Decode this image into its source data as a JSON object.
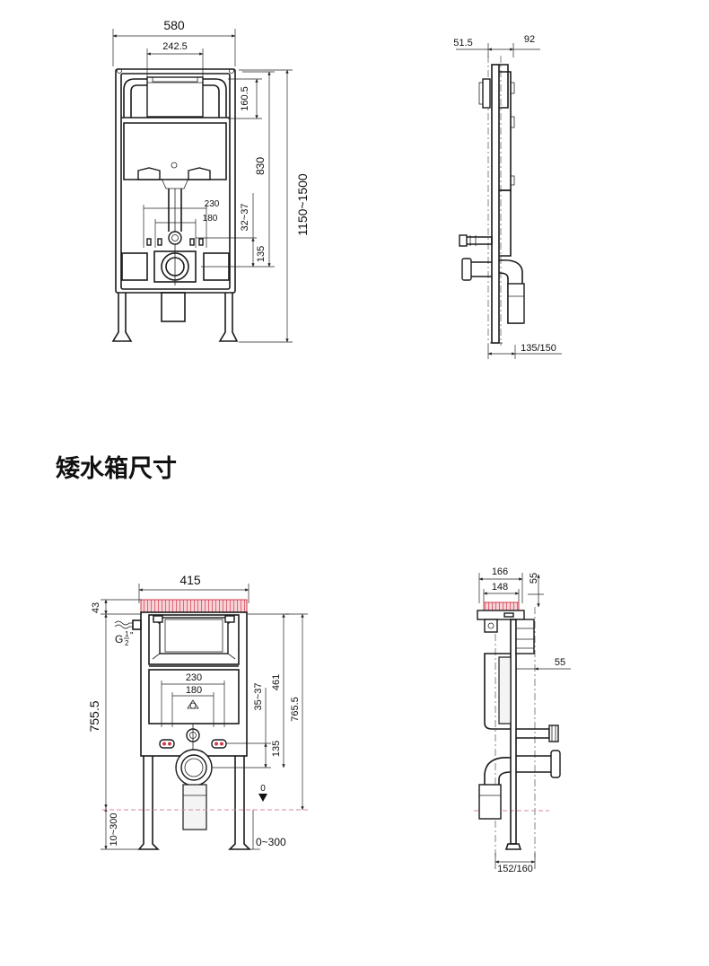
{
  "section_title": "矮水箱尺寸",
  "tall_front": {
    "width_total": "580",
    "width_panel": "242.5",
    "dim_top_panel": "160.5",
    "dim_outlet_height": "830",
    "dim_total_height": "1150~1500",
    "dim_rod_gap": "32~37",
    "dim_outlet_drop": "135",
    "dim_pipe_outer": "230",
    "dim_pipe_inner": "180"
  },
  "tall_side": {
    "dim_depth_left": "51.5",
    "dim_depth_right": "92",
    "dim_bottom": "135/150"
  },
  "low_front": {
    "width_total": "415",
    "dim_top": "43",
    "dim_total_height": "755.5",
    "dim_leg_adjust": "10~300",
    "inlet_label": "G",
    "inlet_fraction_num": "1",
    "inlet_fraction_den": "2",
    "inlet_mark": "\"",
    "dim_pipe_outer": "230",
    "dim_pipe_inner": "180",
    "dim_rod_gap": "35~37",
    "dim_outlet_height": "461",
    "dim_frame_height": "765.5",
    "dim_outlet_drop": "135",
    "floor_zero": "0",
    "floor_range": "0~300"
  },
  "low_side": {
    "dim_width_outer": "166",
    "dim_width_inner": "148",
    "dim_top_right": "55",
    "dim_mid_right": "55",
    "dim_bottom": "152/160"
  },
  "colors": {
    "line": "#1a1a1a",
    "accent_red": "#d23b4b",
    "accent_pink": "#d98a9a"
  }
}
